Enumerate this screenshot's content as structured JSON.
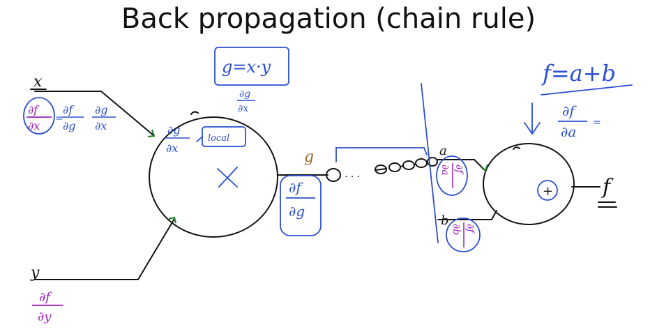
{
  "title": "Back propagation (chain rule)",
  "labels": {
    "x": "x",
    "y": "y",
    "g": "g",
    "a": "a",
    "b": "b",
    "f": "f",
    "times": "×",
    "plus": "+",
    "ellipsis": "·  ·  ·",
    "local": "local",
    "eq_sign": "=",
    "g_def": "g=x·y",
    "f_def": "f=a+b"
  },
  "fractions": {
    "df_dx_left": {
      "num": "∂f",
      "den": "∂x"
    },
    "df_dg_chain": {
      "num": "∂f",
      "den": "∂g"
    },
    "dg_dx_chain": {
      "num": "∂g",
      "den": "∂x"
    },
    "dg_dx_top": {
      "num": "∂g",
      "den": "∂x"
    },
    "dg_dx_node": {
      "num": "∂g",
      "den": "∂x"
    },
    "df_dg_box": {
      "num": "∂f",
      "den": "∂g"
    },
    "df_da_top": {
      "num": "∂f",
      "den": "∂a"
    },
    "df_dy": {
      "num": "∂f",
      "den": "∂y"
    },
    "df_da_node": {
      "num": "∂f",
      "den": "∂a"
    },
    "df_db_node": {
      "num": "∂f",
      "den": "∂b"
    }
  },
  "colors": {
    "ink": "#111111",
    "blue": "#2b4fcf",
    "purple": "#9b1fb5",
    "green": "#1f7a2a",
    "brown": "#9a6a2a"
  }
}
